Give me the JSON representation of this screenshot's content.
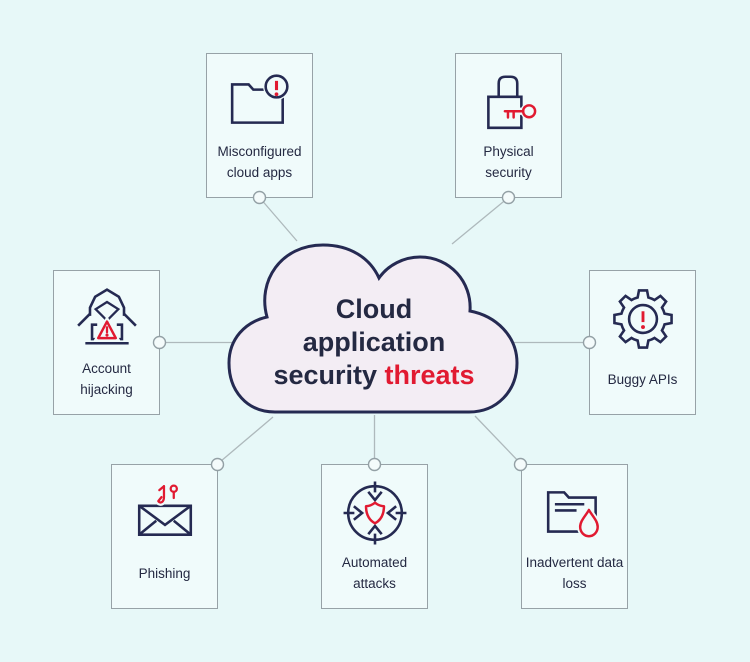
{
  "colors": {
    "background": "#e7f8f8",
    "node_background": "#f0fbfb",
    "node_border": "#97a2a7",
    "connector": "#aeb9bc",
    "navy": "#252a52",
    "red": "#e11a31",
    "cloud_fill": "#f3edf4",
    "text": "#242942"
  },
  "cloud": {
    "title_lines": [
      "Cloud",
      "application",
      "security"
    ],
    "title_highlight": "threats"
  },
  "nodes": [
    {
      "id": "misconfigured-cloud-apps",
      "label": "Misconfigured cloud apps",
      "icon": "folder-alert-icon"
    },
    {
      "id": "physical-security",
      "label": "Physical security",
      "icon": "lock-key-icon"
    },
    {
      "id": "account-hijacking",
      "label": "Account hijacking",
      "icon": "hacker-warning-icon"
    },
    {
      "id": "buggy-apis",
      "label": "Buggy APIs",
      "icon": "gear-alert-icon"
    },
    {
      "id": "phishing",
      "label": "Phishing",
      "icon": "envelope-hook-icon"
    },
    {
      "id": "automated-attacks",
      "label": "Automated attacks",
      "icon": "shield-arrows-icon"
    },
    {
      "id": "inadvertent-data-loss",
      "label": "Inadvertent data loss",
      "icon": "folder-drop-icon"
    }
  ]
}
